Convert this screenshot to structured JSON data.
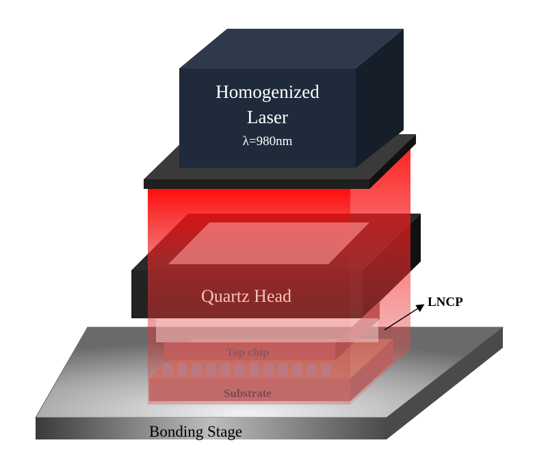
{
  "laser": {
    "line1": "Homogenized",
    "line2": "Laser",
    "wavelength": "λ=980nm"
  },
  "quartz_head": {
    "label": "Quartz Head"
  },
  "top_chip": {
    "label": "Top chip"
  },
  "substrate": {
    "label": "Substrate"
  },
  "bonding_stage": {
    "label": "Bonding Stage"
  },
  "callout": {
    "label": "LNCP"
  },
  "colors": {
    "laser_body": "#1f2a3b",
    "beam": "#ff1a1a",
    "stage": "#8a8a8a",
    "plate": "#333333"
  }
}
